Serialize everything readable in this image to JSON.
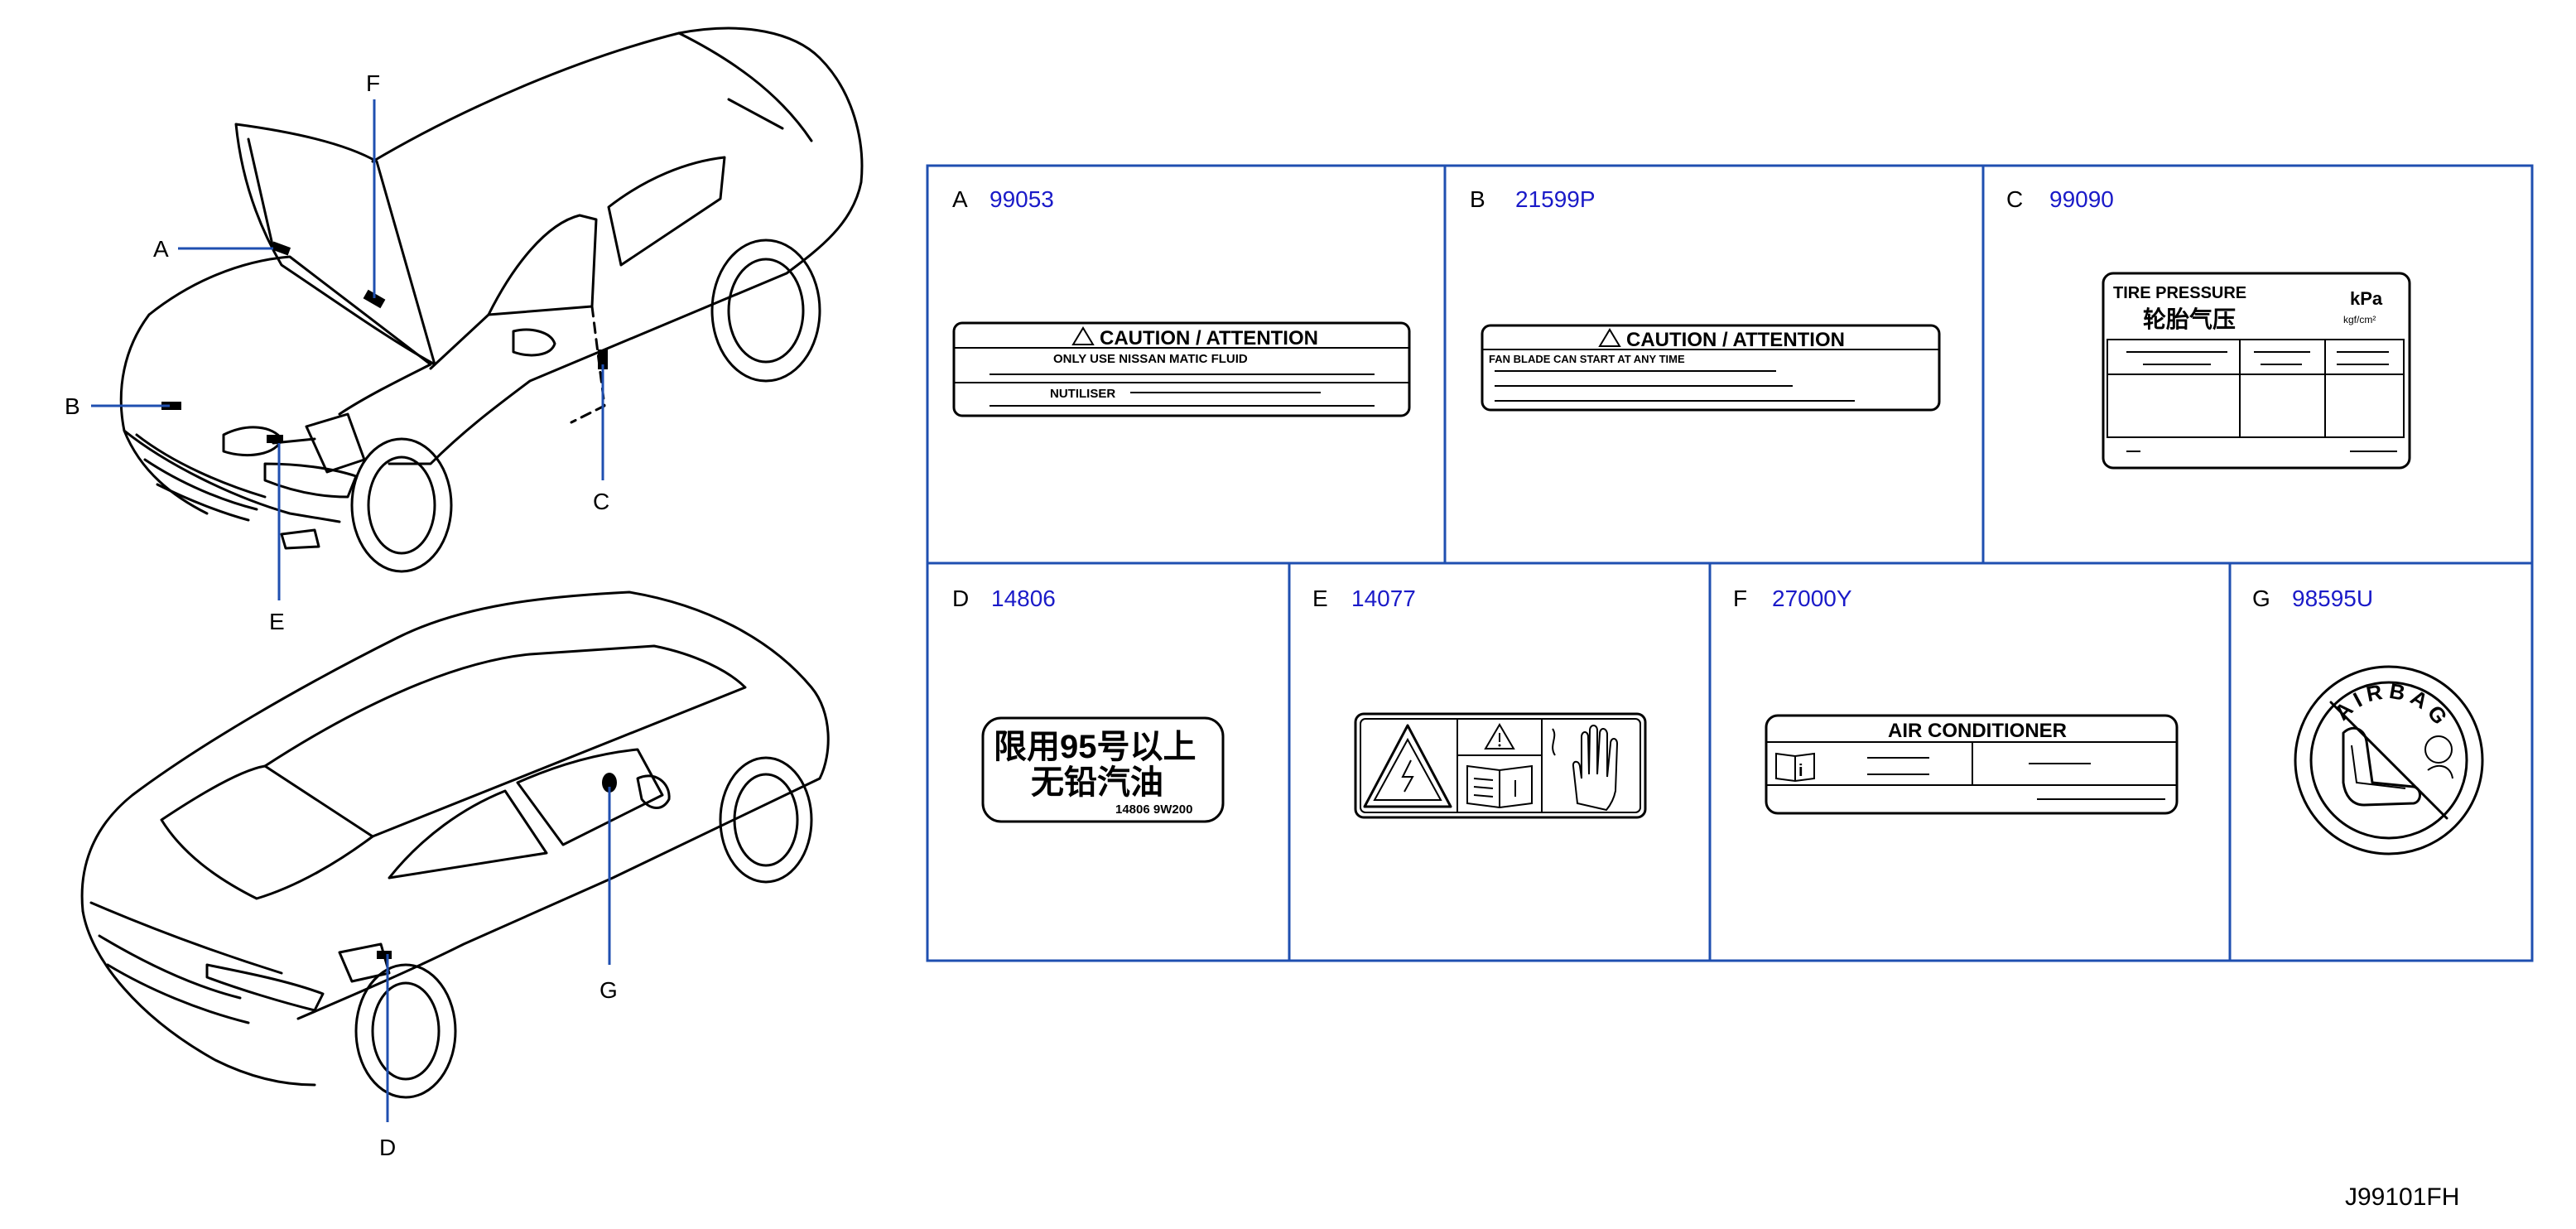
{
  "callouts": [
    "A",
    "B",
    "C",
    "D",
    "E",
    "F",
    "G"
  ],
  "cells": [
    {
      "letter": "A",
      "part": "99053"
    },
    {
      "letter": "B",
      "part": "21599P"
    },
    {
      "letter": "C",
      "part": "99090"
    },
    {
      "letter": "D",
      "part": "14806"
    },
    {
      "letter": "E",
      "part": "14077"
    },
    {
      "letter": "F",
      "part": "27000Y"
    },
    {
      "letter": "G",
      "part": "98595U"
    }
  ],
  "labels": {
    "a_title": "CAUTION / ATTENTION",
    "a_line1": "ONLY USE NISSAN MATIC FLUID",
    "a_line2": "NUTILISER",
    "b_title": "CAUTION / ATTENTION",
    "b_line1": "FAN BLADE CAN START AT ANY TIME",
    "c_title1": "TIRE PRESSURE",
    "c_title2": "轮胎气压",
    "c_unit1": "kPa",
    "c_unit2": "kgf/cm²",
    "d_line1": "限用95号以上",
    "d_line2": "无铅汽油",
    "d_code": "14806 9W200",
    "f_title": "AIR CONDITIONER",
    "g_ring": "AIRBAG"
  },
  "figure_id": "J99101FH",
  "colors": {
    "accent": "#1f4fb0",
    "part_number": "#1a1ac8"
  }
}
